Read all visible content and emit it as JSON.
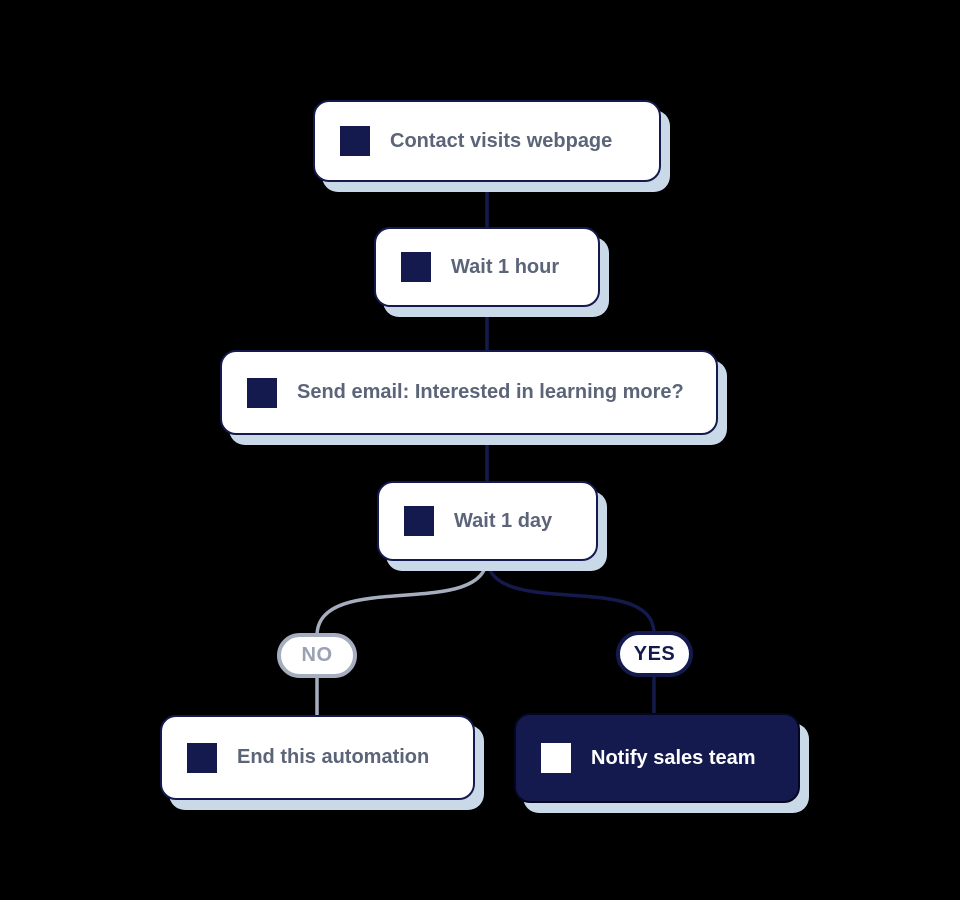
{
  "colors": {
    "background": "#000000",
    "navy": "#141a4d",
    "node_text": "#5b6478",
    "muted_gray": "#a6adbf",
    "shadow_blue": "#c9d9e8",
    "white": "#ffffff"
  },
  "nodes": [
    {
      "id": "contact-visits-webpage",
      "label": "Contact visits webpage",
      "variant": "light",
      "icon": "square-icon"
    },
    {
      "id": "wait-1-hour",
      "label": "Wait 1 hour",
      "variant": "light",
      "icon": "square-icon"
    },
    {
      "id": "send-email",
      "label": "Send email: Interested in learning more?",
      "variant": "light",
      "icon": "square-icon"
    },
    {
      "id": "wait-1-day",
      "label": "Wait 1 day",
      "variant": "light",
      "icon": "square-icon"
    },
    {
      "id": "end-this-automation",
      "label": "End this automation",
      "variant": "light",
      "icon": "square-icon"
    },
    {
      "id": "notify-sales-team",
      "label": "Notify sales team",
      "variant": "dark",
      "icon": "square-icon"
    }
  ],
  "edges": [
    {
      "from": "contact-visits-webpage",
      "to": "wait-1-hour"
    },
    {
      "from": "wait-1-hour",
      "to": "send-email"
    },
    {
      "from": "send-email",
      "to": "wait-1-day"
    },
    {
      "from": "wait-1-day",
      "to": "end-this-automation",
      "label": "NO"
    },
    {
      "from": "wait-1-day",
      "to": "notify-sales-team",
      "label": "YES"
    }
  ]
}
